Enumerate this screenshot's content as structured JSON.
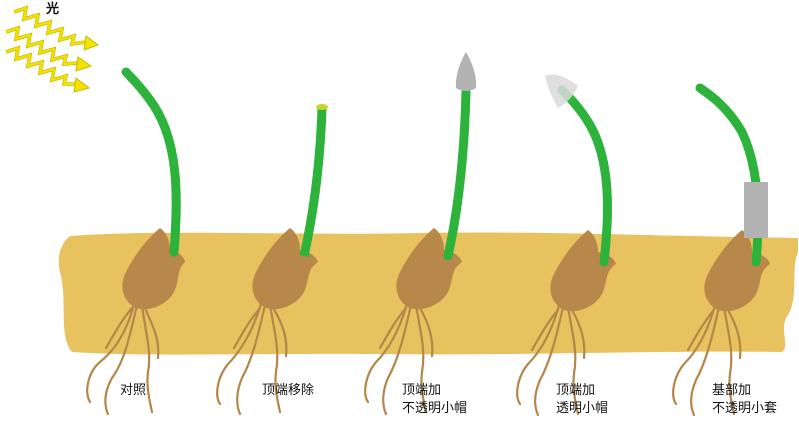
{
  "light": {
    "label": "光"
  },
  "seedlings": [
    {
      "id": "control",
      "lines": [
        "对照"
      ]
    },
    {
      "id": "tip-removed",
      "lines": [
        "顶端移除"
      ]
    },
    {
      "id": "opaque-cap",
      "lines": [
        "顶端加",
        "不透明小帽"
      ]
    },
    {
      "id": "transparent-cap",
      "lines": [
        "顶端加",
        "透明小帽"
      ]
    },
    {
      "id": "base-opaque-sleeve",
      "lines": [
        "基部加",
        "不透明小套"
      ]
    }
  ],
  "colors": {
    "soil": "#e8c25e",
    "stem": "#2db23b",
    "seed": "#b8874a",
    "root": "#b5864a",
    "cap_opaque": "#b3b3b3",
    "cap_transparent": "#d9d9d9",
    "light_ray": "#f3e400",
    "cut_tip": "#c8d62a"
  }
}
